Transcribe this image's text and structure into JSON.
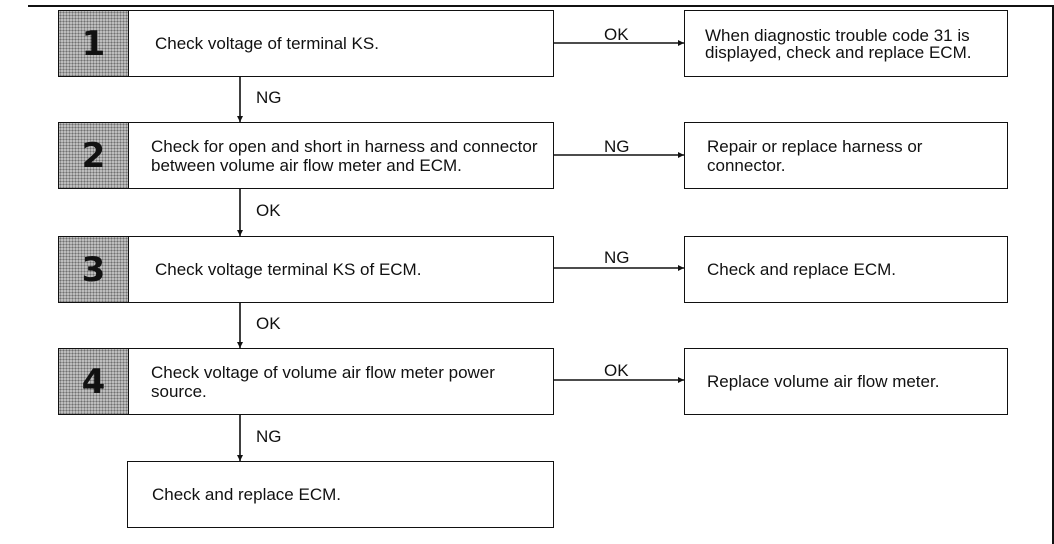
{
  "steps": [
    {
      "number": "1",
      "text": "Check voltage of terminal KS.",
      "branch": "OK",
      "result": "When diagnostic trouble code 31 is displayed, check and replace ECM.",
      "down": "NG"
    },
    {
      "number": "2",
      "text": "Check for open and short in harness and connector between volume air flow meter and ECM.",
      "branch": "NG",
      "result": "Repair or replace harness or connector.",
      "down": "OK"
    },
    {
      "number": "3",
      "text": "Check voltage terminal KS of ECM.",
      "branch": "NG",
      "result": "Check and replace ECM.",
      "down": "OK"
    },
    {
      "number": "4",
      "text": "Check voltage of volume air flow meter power source.",
      "branch": "OK",
      "result": "Replace volume air flow meter.",
      "down": "NG"
    }
  ],
  "final": "Check and replace ECM."
}
